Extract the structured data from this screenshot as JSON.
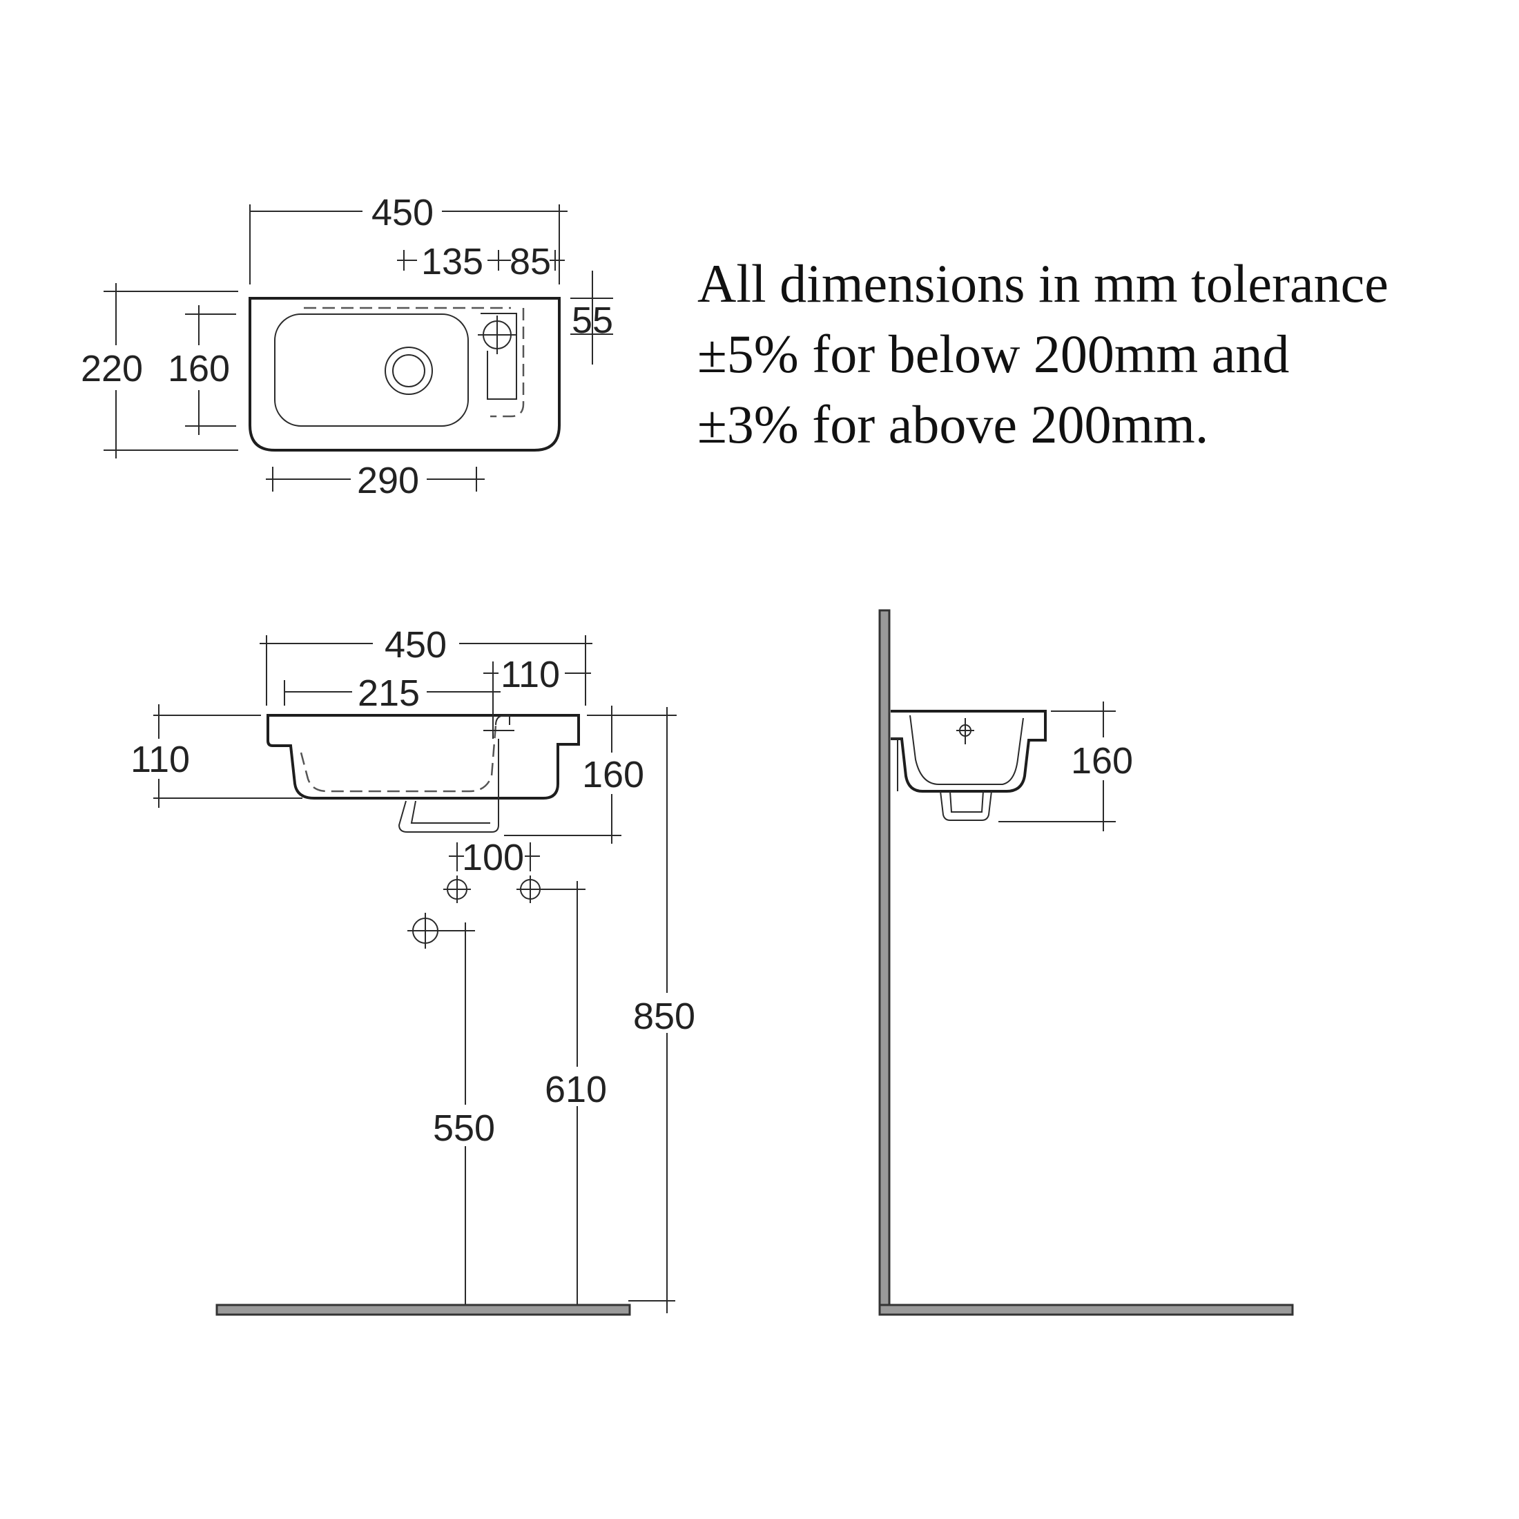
{
  "notes": {
    "line1": "All dimensions in mm tolerance",
    "line2": "±5% for below 200mm and",
    "line3": "±3% for above 200mm."
  },
  "plan_view": {
    "overall_width": "450",
    "tap_offset": "135",
    "tap_to_edge": "85",
    "overflow_depth": "55",
    "overall_depth": "220",
    "bowl_depth": "160",
    "bowl_width": "290"
  },
  "front_view": {
    "overall_width": "450",
    "waste_offset": "215",
    "tap_to_edge": "110",
    "rim_height": "110",
    "basin_height": "160",
    "supply_spacing": "100",
    "waste_height": "550",
    "supply_height": "610",
    "rim_floor_height": "850"
  },
  "side_view": {
    "basin_height": "160"
  }
}
